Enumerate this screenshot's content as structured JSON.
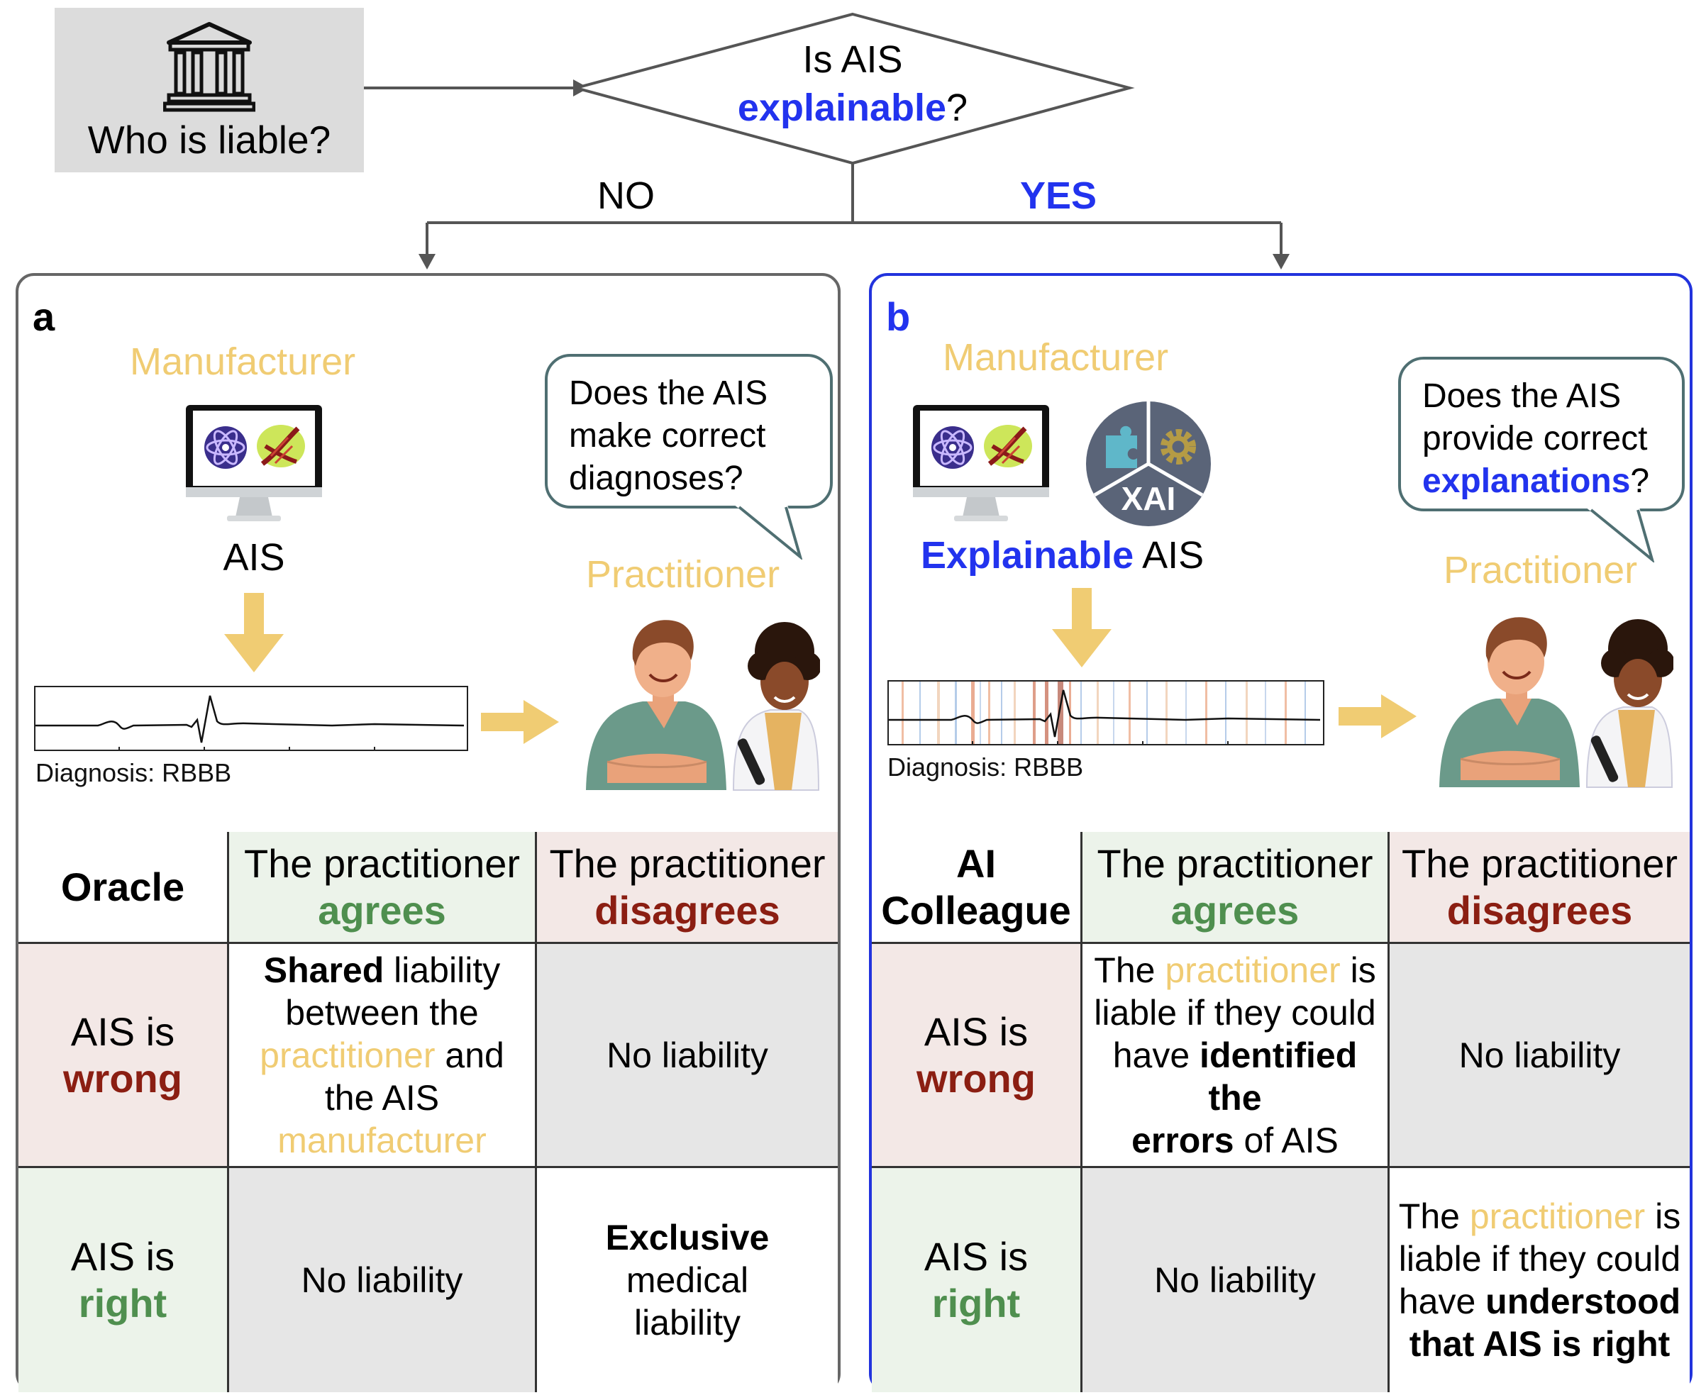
{
  "top": {
    "question_box": "Who is liable?",
    "diamond_line1": "Is AIS",
    "diamond_word": "explainable",
    "diamond_q": "?",
    "branch_no": "NO",
    "branch_yes": "YES"
  },
  "panel_a": {
    "letter": "a",
    "manufacturer": "Manufacturer",
    "ais_label": "AIS",
    "bubble": [
      "Does the AIS",
      "make correct",
      "diagnoses?"
    ],
    "practitioner": "Practitioner",
    "diagnosis": "Diagnosis: RBBB",
    "table": {
      "corner": "Oracle",
      "col1_pre": "The practitioner",
      "col1_word": "agrees",
      "col2_pre": "The practitioner",
      "col2_word": "disagrees",
      "row1_pre": "AIS is",
      "row1_word": "wrong",
      "row2_pre": "AIS is",
      "row2_word": "right",
      "r1c1": {
        "bold": "Shared",
        "t1": " liability",
        "t2": "between the",
        "yel1": "practitioner",
        "t3": " and",
        "t4": "the AIS",
        "yel2": "manufacturer"
      },
      "r1c2": "No liability",
      "r2c1": "No liability",
      "r2c2": {
        "bold": "Exclusive",
        "t1": " medical",
        "t2": "liability"
      }
    }
  },
  "panel_b": {
    "letter": "b",
    "manufacturer": "Manufacturer",
    "xai_label": "XAI",
    "ais_bold": "Explainable",
    "ais_rest": " AIS",
    "bubble_l1": "Does the AIS",
    "bubble_l2": "provide correct",
    "bubble_word": "explanations",
    "bubble_q": "?",
    "practitioner": "Practitioner",
    "diagnosis": "Diagnosis: RBBB",
    "table": {
      "corner1": "AI",
      "corner2": "Colleague",
      "col1_pre": "The practitioner",
      "col1_word": "agrees",
      "col2_pre": "The practitioner",
      "col2_word": "disagrees",
      "row1_pre": "AIS is",
      "row1_word": "wrong",
      "row2_pre": "AIS is",
      "row2_word": "right",
      "r1c1": {
        "t0": "The ",
        "yel": "practitioner",
        "t1": " is",
        "t2": "liable if they could",
        "t3": "have ",
        "bold1": "identified the",
        "bold2": "errors",
        "t4": " of AIS"
      },
      "r1c2": "No liability",
      "r2c1": "No liability",
      "r2c2": {
        "t0": "The ",
        "yel": "practitioner",
        "t1": " is",
        "t2": "liable if they could",
        "t3": "have ",
        "bold1": "understood",
        "bold2": "that AIS is right"
      }
    }
  },
  "colors": {
    "yellow": "#f0cc73",
    "blue": "#2233ee",
    "green": "#4f8f4f",
    "red": "#8b1e12",
    "bubble_border": "#4f6f72",
    "scrub_green": "#6b9a8a"
  },
  "icons": [
    "courthouse-icon",
    "monitor-icon",
    "xai-icon",
    "doctor-icon",
    "arrow-icon"
  ]
}
